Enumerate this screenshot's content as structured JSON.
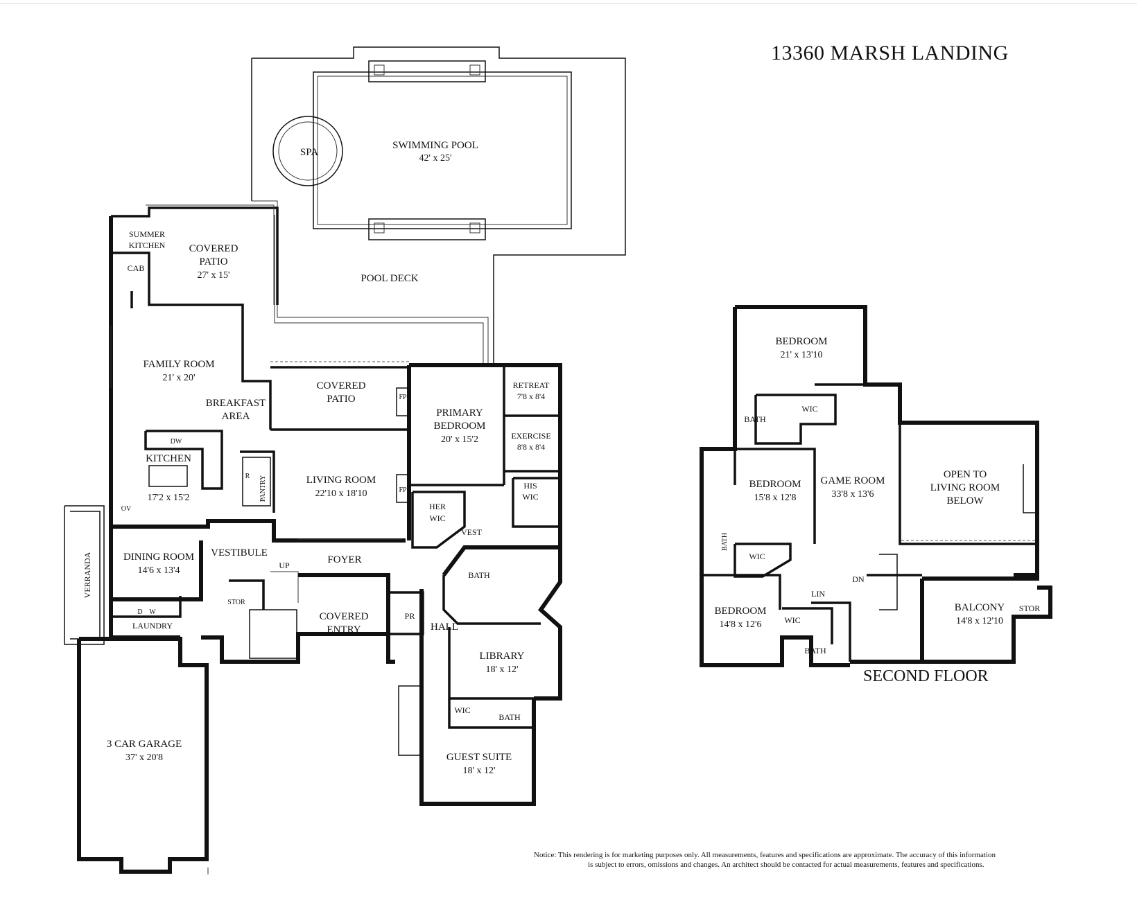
{
  "title": "13360 MARSH LANDING",
  "second_floor_title": "SECOND FLOOR",
  "notice": {
    "line1": "Notice: This rendering is for marketing purposes only. All measurements, features and specifications are approximate. The accuracy of this information",
    "line2": "is subject to errors, omissions and changes. An architect should be contacted for actual measurements, features and specifications."
  },
  "first_floor": {
    "swimming_pool": {
      "name": "SWIMMING POOL",
      "dims": "42' x 25'"
    },
    "spa": "SPA",
    "pool_deck": "POOL DECK",
    "summer_kitchen": {
      "line1": "SUMMER",
      "line2": "KITCHEN"
    },
    "cab": "CAB",
    "covered_patio_1": {
      "line1": "COVERED",
      "line2": "PATIO",
      "dims": "27' x 15'"
    },
    "family_room": {
      "name": "FAMILY ROOM",
      "dims": "21' x 20'"
    },
    "breakfast_area": {
      "line1": "BREAKFAST",
      "line2": "AREA"
    },
    "covered_patio_2": {
      "line1": "COVERED",
      "line2": "PATIO"
    },
    "fp": "FP",
    "primary_bedroom": {
      "line1": "PRIMARY",
      "line2": "BEDROOM",
      "dims": "20' x 15'2"
    },
    "retreat": {
      "name": "RETREAT",
      "dims": "7'8 x 8'4"
    },
    "exercise": {
      "name": "EXERCISE",
      "dims": "8'8 x 8'4"
    },
    "kitchen": {
      "name": "KITCHEN",
      "dims": "17'2 x 15'2"
    },
    "dw": "DW",
    "r": "R",
    "pantry": "PANTRY",
    "ov": "OV",
    "living_room": {
      "name": "LIVING ROOM",
      "dims": "22'10 x 18'10"
    },
    "his_wic": {
      "line1": "HIS",
      "line2": "WIC"
    },
    "her_wic": {
      "line1": "HER",
      "line2": "WIC"
    },
    "vest": "VEST",
    "veranda": "VERRANDA",
    "dining_room": {
      "name": "DINING ROOM",
      "dims": "14'6 x 13'4"
    },
    "vestibule": "VESTIBULE",
    "foyer": "FOYER",
    "up": "UP",
    "bath": "BATH",
    "d": "D",
    "w": "W",
    "laundry": "LAUNDRY",
    "stor": "STOR",
    "covered_entry": {
      "line1": "COVERED",
      "line2": "ENTRY"
    },
    "pr": "PR",
    "hall": "HALL",
    "library": {
      "name": "LIBRARY",
      "dims": "18' x 12'"
    },
    "garage": {
      "name": "3 CAR GARAGE",
      "dims": "37' x 20'8"
    },
    "wic": "WIC",
    "guest_bath": "BATH",
    "guest_suite": {
      "name": "GUEST SUITE",
      "dims": "18' x 12'"
    }
  },
  "second_floor": {
    "bedroom_1": {
      "name": "BEDROOM",
      "dims": "21' x 13'10"
    },
    "bath_1": "BATH",
    "wic_1": "WIC",
    "bedroom_2": {
      "name": "BEDROOM",
      "dims": "15'8 x 12'8"
    },
    "game_room": {
      "name": "GAME ROOM",
      "dims": "33'8 x 13'6"
    },
    "open_to": {
      "line1": "OPEN TO",
      "line2": "LIVING ROOM",
      "line3": "BELOW"
    },
    "bath_2": "BATH",
    "wic_2": "WIC",
    "dn": "DN",
    "lin": "LIN",
    "bedroom_3": {
      "name": "BEDROOM",
      "dims": "14'8 x 12'6"
    },
    "wic_3": "WIC",
    "bath_3": "BATH",
    "balcony": {
      "name": "BALCONY",
      "dims": "14'8 x 12'10"
    },
    "stor": "STOR"
  }
}
